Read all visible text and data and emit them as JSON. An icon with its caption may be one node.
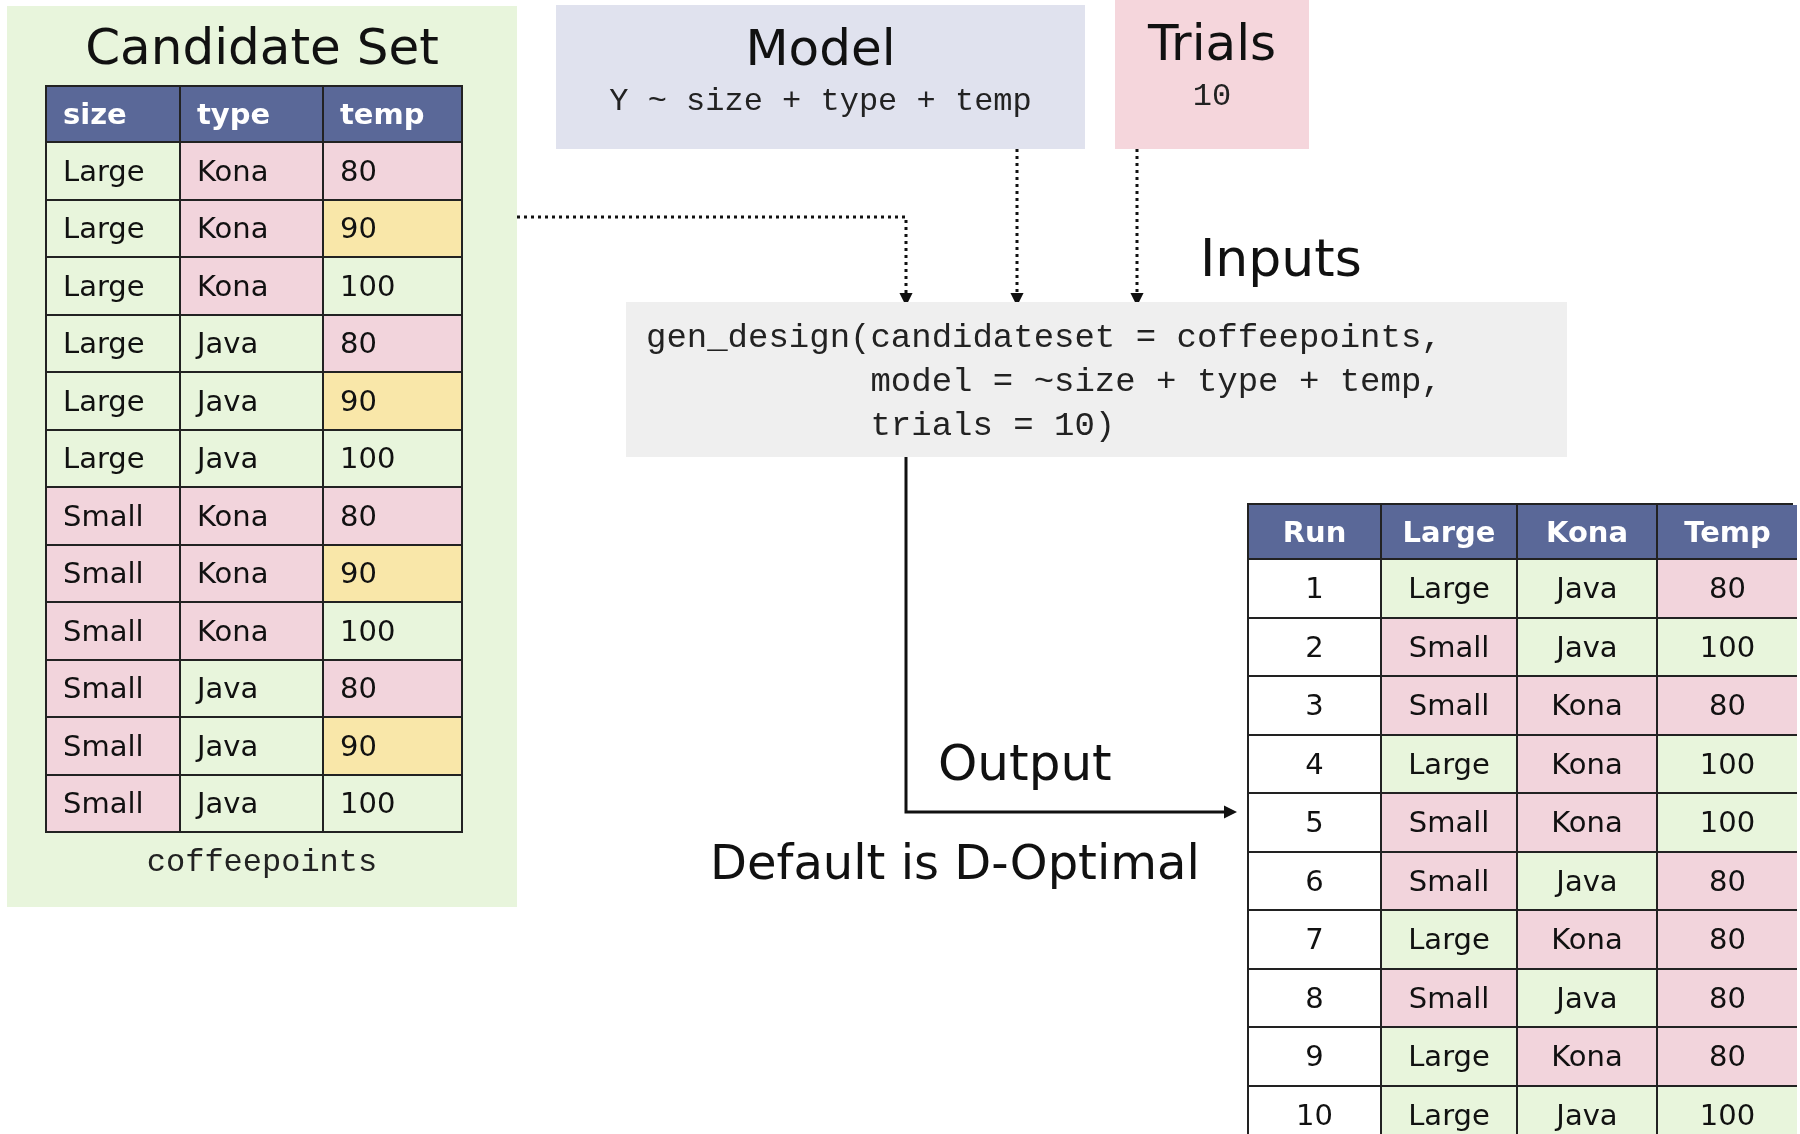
{
  "diagram": {
    "nodes": [
      {
        "text": [
          "Candidate Set",
          "coffeepoints"
        ]
      },
      {
        "text": [
          "Model",
          "Y ~ size + type + temp"
        ]
      },
      {
        "text": [
          "Trials",
          "10"
        ]
      },
      {
        "text": [
          "gen_design(candidateset = coffeepoints, model = ~size + type + temp, trials = 10)"
        ]
      },
      {
        "text": [],
        "shape": "box"
      }
    ],
    "edges": [
      {
        "from": 0,
        "to": 3,
        "arrow": "to",
        "style": "dashed"
      },
      {
        "from": 1,
        "to": 3,
        "arrow": "to",
        "style": "dashed"
      },
      {
        "from": 2,
        "to": 3,
        "arrow": "to",
        "style": "dashed"
      },
      {
        "from": 3,
        "to": 4,
        "arrow": "to",
        "label": "Output"
      }
    ],
    "labels": [
      "size",
      "type",
      "temp",
      "Large",
      "Kona",
      "80",
      "Large",
      "Kona",
      "90",
      "Large",
      "Kona",
      "100",
      "Large",
      "Java",
      "80",
      "Large",
      "Java",
      "90",
      "Large",
      "Java",
      "100",
      "Small",
      "Kona",
      "80",
      "Small",
      "Kona",
      "90",
      "Small",
      "Kona",
      "100",
      "Small",
      "Java",
      "80",
      "Small",
      "Java",
      "90",
      "Small",
      "Java",
      "100",
      "Inputs",
      "Run",
      "Large",
      "Kona",
      "Temp",
      "1",
      "Large",
      "Java",
      "80",
      "2",
      "Small",
      "Java",
      "100",
      "3",
      "Small",
      "Kona",
      "80",
      "4",
      "Large",
      "Kona",
      "100",
      "5",
      "Small",
      "Kona",
      "100",
      "6",
      "Small",
      "Java",
      "80",
      "7",
      "Large",
      "Kona",
      "80",
      "8",
      "Small",
      "Java",
      "80",
      "9",
      "Large",
      "Kona",
      "80",
      "10",
      "Large",
      "Java",
      "100",
      "Default is D-Optimal"
    ]
  }
}
